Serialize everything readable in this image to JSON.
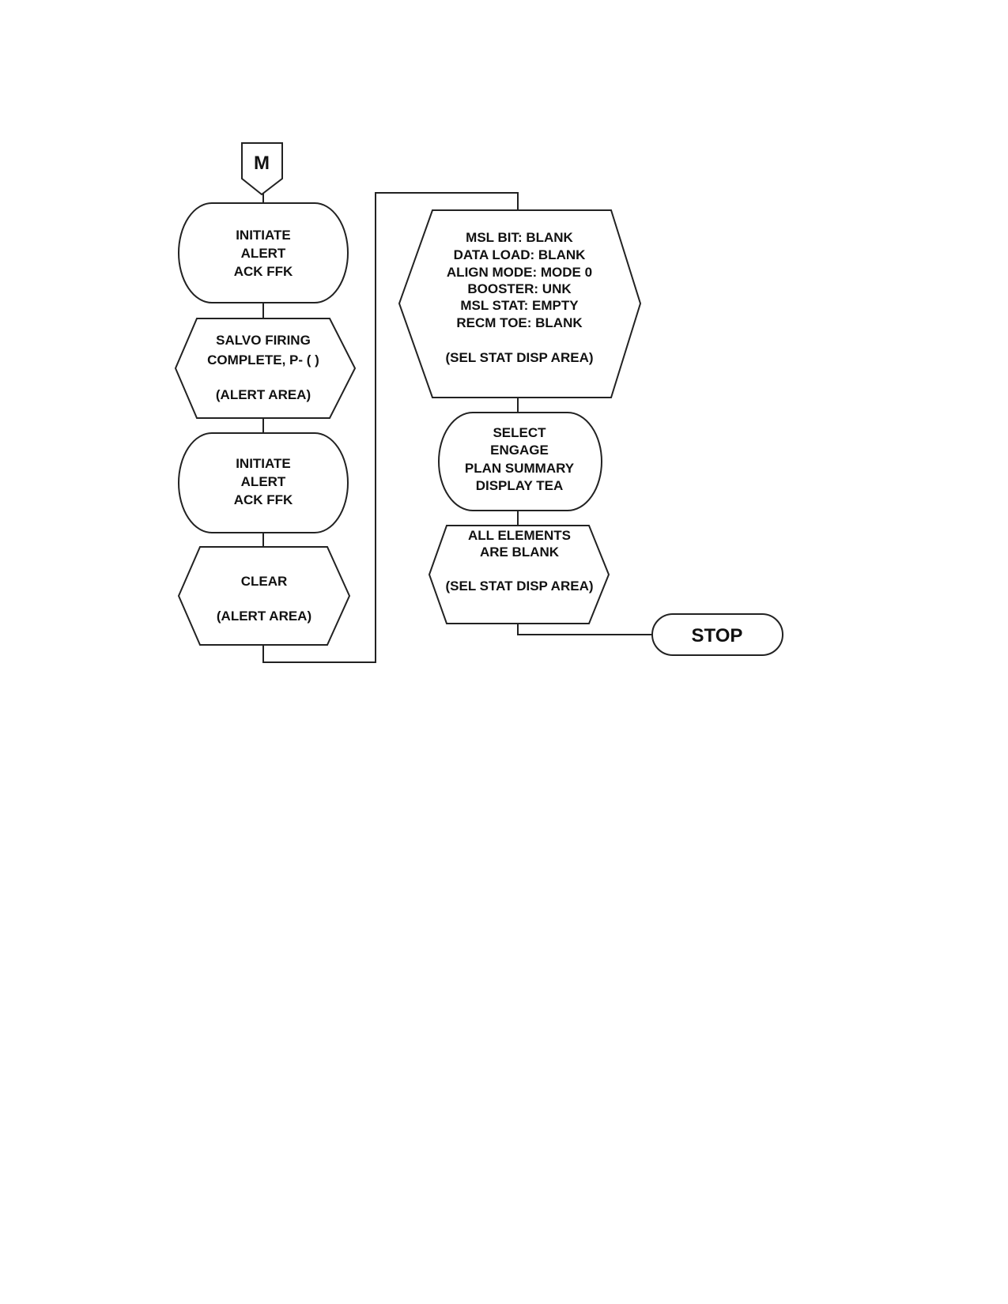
{
  "connector": {
    "label": "M"
  },
  "left_column": {
    "step1": {
      "lines": [
        "INITIATE",
        "ALERT",
        "ACK FFK"
      ]
    },
    "step2": {
      "lines": [
        "SALVO FIRING",
        "COMPLETE, P- ( )"
      ],
      "area": "(ALERT AREA)"
    },
    "step3": {
      "lines": [
        "INITIATE",
        "ALERT",
        "ACK FFK"
      ]
    },
    "step4": {
      "lines": [
        "CLEAR"
      ],
      "area": "(ALERT AREA)"
    }
  },
  "right_column": {
    "step5": {
      "lines": [
        "MSL BIT: BLANK",
        "DATA LOAD: BLANK",
        "ALIGN MODE: MODE 0",
        "BOOSTER: UNK",
        "MSL STAT: EMPTY",
        "RECM TOE: BLANK"
      ],
      "area": "(SEL STAT DISP AREA)"
    },
    "step6": {
      "lines": [
        "SELECT",
        "ENGAGE",
        "PLAN SUMMARY",
        "DISPLAY TEA"
      ]
    },
    "step7": {
      "lines": [
        "ALL ELEMENTS",
        "ARE BLANK"
      ],
      "area": "(SEL STAT DISP AREA)"
    }
  },
  "terminator": {
    "label": "STOP"
  }
}
